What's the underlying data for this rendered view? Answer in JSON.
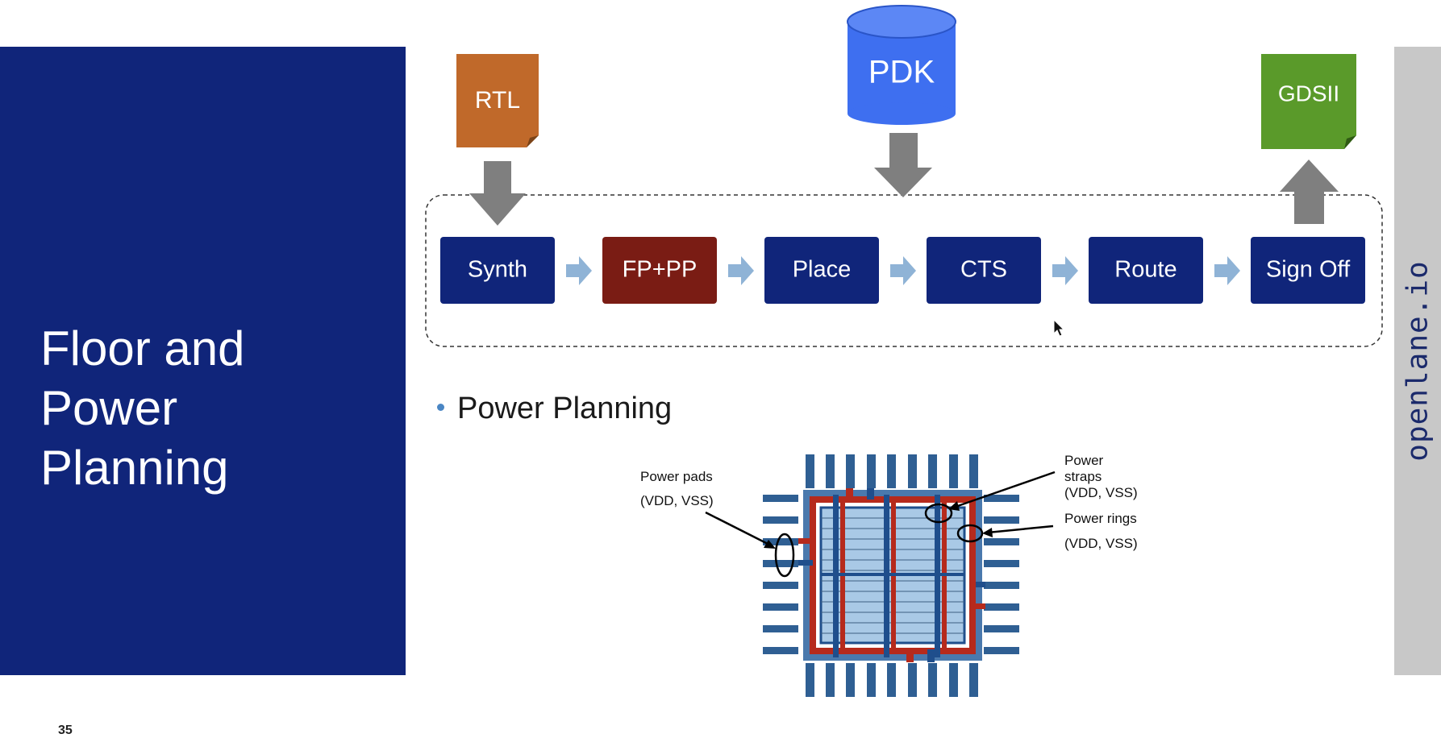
{
  "slide": {
    "title_lines": [
      "Floor and",
      "Power",
      "Planning"
    ],
    "page_number": "35",
    "brand": "openlane.io"
  },
  "flow": {
    "inputs": {
      "rtl": "RTL",
      "pdk": "PDK",
      "gdsii": "GDSII"
    },
    "stages": [
      {
        "label": "Synth",
        "highlighted": false
      },
      {
        "label": "FP+PP",
        "highlighted": true
      },
      {
        "label": "Place",
        "highlighted": false
      },
      {
        "label": "CTS",
        "highlighted": false
      },
      {
        "label": "Route",
        "highlighted": false
      },
      {
        "label": "Sign Off",
        "highlighted": false
      }
    ]
  },
  "section": {
    "bullet": "Power Planning"
  },
  "callouts": {
    "pads": [
      "Power pads",
      "(VDD, VSS)"
    ],
    "straps": [
      "Power",
      "straps",
      "(VDD, VSS)"
    ],
    "rings": [
      "Power rings",
      "(VDD, VSS)"
    ]
  },
  "colors": {
    "panel": "#10257a",
    "stage": "#10257a",
    "stage_highlight": "#7a1c14",
    "rtl": "#c0692a",
    "pdk": "#3e6ff0",
    "gdsii": "#5a9a2a",
    "vdd": "#b62a1c",
    "vss": "#1f4e8c",
    "core": "#a9c9e6",
    "pin": "#2f5f93"
  }
}
